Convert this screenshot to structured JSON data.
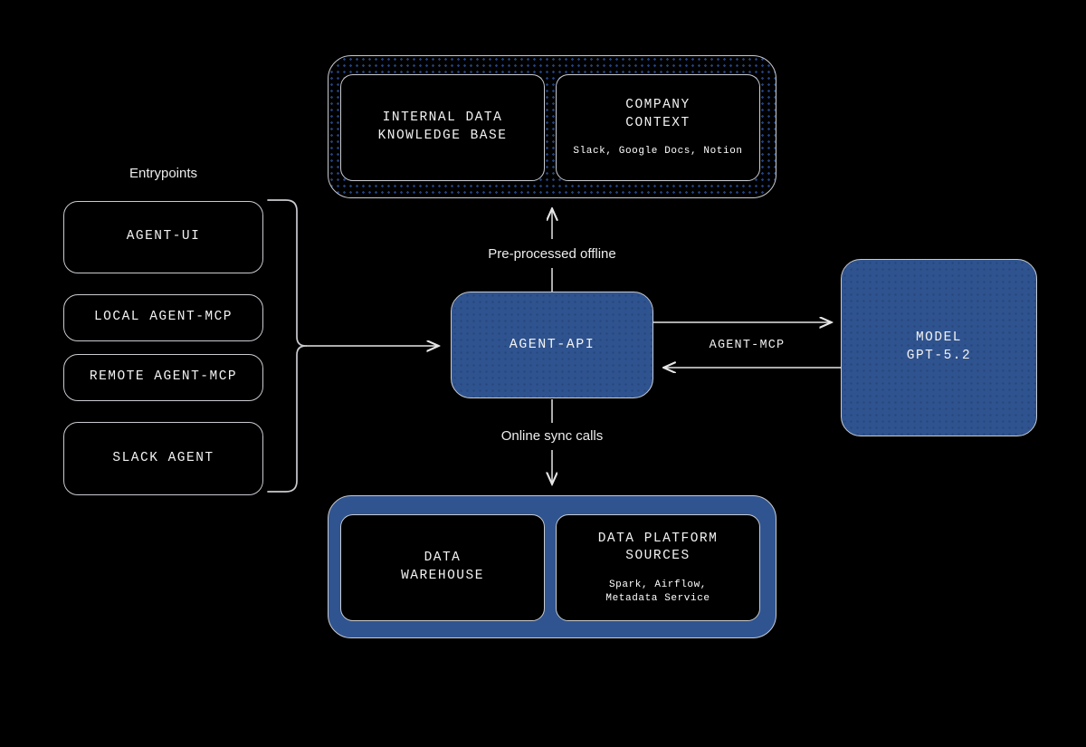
{
  "diagram": {
    "background_color": "#000000",
    "accent_blue": "#30548F",
    "stroke_color": "#C9CBD0",
    "text_color": "#F2F2F2"
  },
  "entrypoints": {
    "title": "Entrypoints",
    "items": [
      {
        "label": "AGENT-UI"
      },
      {
        "label": "LOCAL AGENT-MCP"
      },
      {
        "label": "REMOTE AGENT-MCP"
      },
      {
        "label": "SLACK AGENT"
      }
    ]
  },
  "core": {
    "agent_api": {
      "label": "AGENT-API"
    },
    "model": {
      "label": "MODEL\nGPT-5.2"
    }
  },
  "knowledge_container": {
    "boxes": [
      {
        "title": "INTERNAL DATA\nKNOWLEDGE BASE",
        "subtitle": ""
      },
      {
        "title": "COMPANY\nCONTEXT",
        "subtitle": "Slack, Google Docs, Notion"
      }
    ]
  },
  "data_container": {
    "boxes": [
      {
        "title": "DATA\nWAREHOUSE",
        "subtitle": ""
      },
      {
        "title": "DATA PLATFORM\nSOURCES",
        "subtitle": "Spark, Airflow,\nMetadata Service"
      }
    ]
  },
  "connectors": {
    "pre_processed": "Pre-processed offline",
    "online_sync": "Online sync calls",
    "agent_mcp": "AGENT-MCP"
  }
}
